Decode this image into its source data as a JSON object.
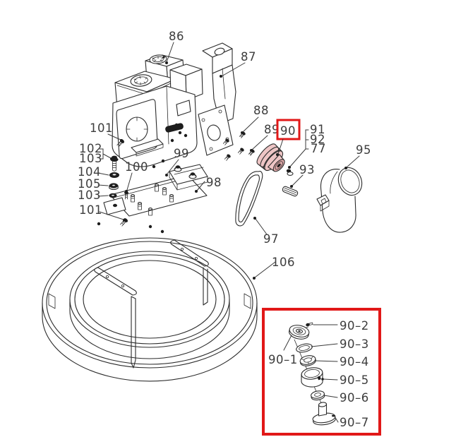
{
  "diagram": {
    "type": "exploded-parts-diagram",
    "background_color": "#ffffff",
    "line_color": "#2b2b2b",
    "label_color": "#3d3d3d",
    "highlight_color": "#e11818",
    "pulley_fill": "#eec5c5",
    "pulley_hub_fill": "#e2aaaa",
    "callouts": {
      "c86": "86",
      "c87": "87",
      "c88": "88",
      "c89": "89",
      "c90": "90",
      "c91": "91",
      "c92": "92",
      "c77": "77",
      "c93": "93",
      "c95": "95",
      "c97": "97",
      "c98": "98",
      "c99": "99",
      "c100": "100",
      "c101": "101",
      "c102": "102",
      "c103": "103",
      "c104": "104",
      "c105": "105",
      "c106": "106",
      "c90_1": "90–1",
      "c90_2": "90–2",
      "c90_3": "90–3",
      "c90_4": "90–4",
      "c90_5": "90–5",
      "c90_6": "90–6",
      "c90_7": "90–7"
    }
  }
}
